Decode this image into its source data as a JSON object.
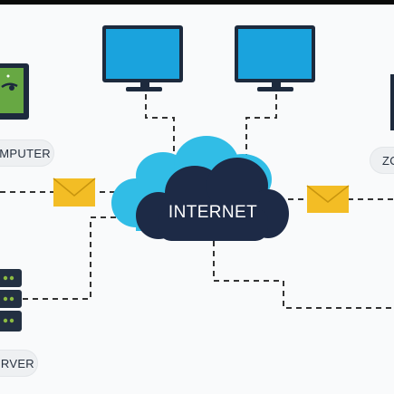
{
  "diagram": {
    "cloud_label": "INTERNET",
    "nodes": [
      {
        "id": "computer",
        "label": "MPUTER",
        "kind": "computer"
      },
      {
        "id": "server",
        "label": "RVER",
        "kind": "server"
      },
      {
        "id": "monitor-left",
        "label": "",
        "kind": "monitor"
      },
      {
        "id": "monitor-right",
        "label": "",
        "kind": "monitor"
      },
      {
        "id": "right-node",
        "label": "ZO",
        "kind": "monitor"
      }
    ]
  },
  "colors": {
    "background": "#f9fafb",
    "screen": "#1aa3dd",
    "monitor_frame": "#1d2a3d",
    "cloud_dark": "#1d2a46",
    "cloud_light": "#31bde6",
    "envelope": "#f3bd25",
    "computer_screen": "#67a843",
    "server_body": "#233042",
    "server_led": "#8dbc42",
    "connector": "#333333"
  },
  "icons": {
    "message": "envelope-icon",
    "server": "server-icon",
    "computer": "computer-icon",
    "monitor": "monitor-icon",
    "cloud": "cloud-icon"
  }
}
